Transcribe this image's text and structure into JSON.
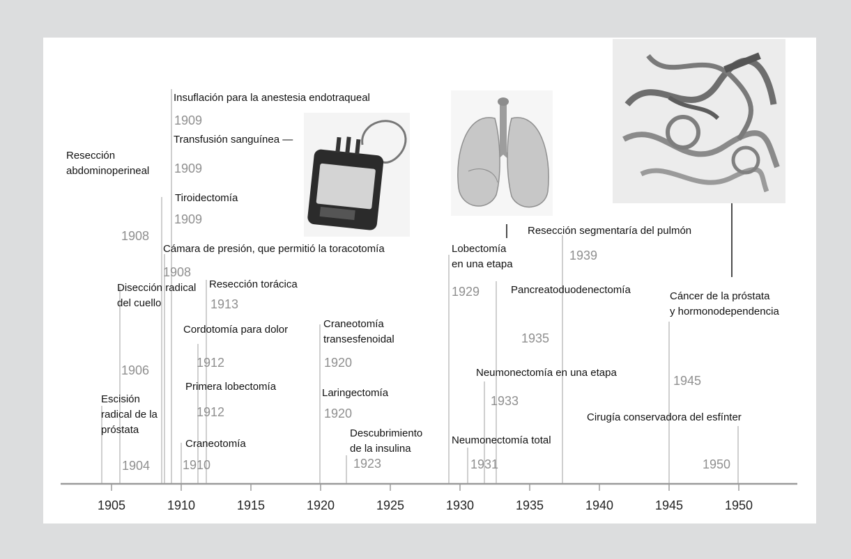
{
  "axis": {
    "ticks": [
      "1905",
      "1910",
      "1915",
      "1920",
      "1925",
      "1930",
      "1935",
      "1940",
      "1945",
      "1950"
    ]
  },
  "events": [
    {
      "id": "e1904",
      "label": [
        "Escisión",
        "radical de la",
        "próstata"
      ],
      "year": "1904"
    },
    {
      "id": "e1906",
      "label": [
        "Disección radical",
        "del cuello"
      ],
      "year": "1906"
    },
    {
      "id": "e1908a",
      "label": [
        "Resección",
        "abdominoperineal"
      ],
      "year": "1908"
    },
    {
      "id": "e1908b",
      "label": [
        "Cámara de presión, que permitió la toracotomía"
      ],
      "year": "1908"
    },
    {
      "id": "e1909a",
      "label": [
        "Insuflación para la anestesia endotraqueal"
      ],
      "year": "1909"
    },
    {
      "id": "e1909b",
      "label": [
        "Transfusión sanguínea —"
      ],
      "year": "1909"
    },
    {
      "id": "e1909c",
      "label": [
        "Tiroidectomía"
      ],
      "year": "1909"
    },
    {
      "id": "e1910",
      "label": [
        "Craneotomía"
      ],
      "year": "1910"
    },
    {
      "id": "e1912a",
      "label": [
        "Cordotomía para dolor"
      ],
      "year": "1912"
    },
    {
      "id": "e1912b",
      "label": [
        "Primera lobectomía"
      ],
      "year": "1912"
    },
    {
      "id": "e1913",
      "label": [
        "Resección torácica"
      ],
      "year": "1913"
    },
    {
      "id": "e1920a",
      "label": [
        "Craneotomía",
        "transesfenoidal"
      ],
      "year": "1920"
    },
    {
      "id": "e1920b",
      "label": [
        "Laringectomía"
      ],
      "year": "1920"
    },
    {
      "id": "e1923",
      "label": [
        "Descubrimiento",
        "de la insulina"
      ],
      "year": "1923"
    },
    {
      "id": "e1929",
      "label": [
        "Lobectomía",
        "en una etapa"
      ],
      "year": "1929"
    },
    {
      "id": "e1931",
      "label": [
        "Neumonectomía total"
      ],
      "year": "1931"
    },
    {
      "id": "e1933",
      "label": [
        "Neumonectomía en una etapa"
      ],
      "year": "1933"
    },
    {
      "id": "e1935",
      "label": [
        "Pancreatoduodenectomía"
      ],
      "year": "1935"
    },
    {
      "id": "e1939",
      "label": [
        "Resección segmentaría del pulmón"
      ],
      "year": "1939"
    },
    {
      "id": "e1945",
      "label": [
        "Cáncer de la próstata",
        "y hormonodependencia"
      ],
      "year": "1945"
    },
    {
      "id": "e1950",
      "label": [
        "Cirugía conservadora del esfínter"
      ],
      "year": "1950"
    }
  ],
  "images": [
    {
      "name": "blood-bag-image",
      "icon": "blood-bag-icon"
    },
    {
      "name": "lungs-image",
      "icon": "lungs-icon"
    },
    {
      "name": "protein-structure-image",
      "icon": "protein-structure-icon"
    }
  ],
  "colors": {
    "background": "#dcddde",
    "panel": "#ffffff",
    "axis": "#9a9a9a",
    "event_line": "#b5b5b5",
    "year_text": "#8f8f8f",
    "label_text": "#111111"
  }
}
